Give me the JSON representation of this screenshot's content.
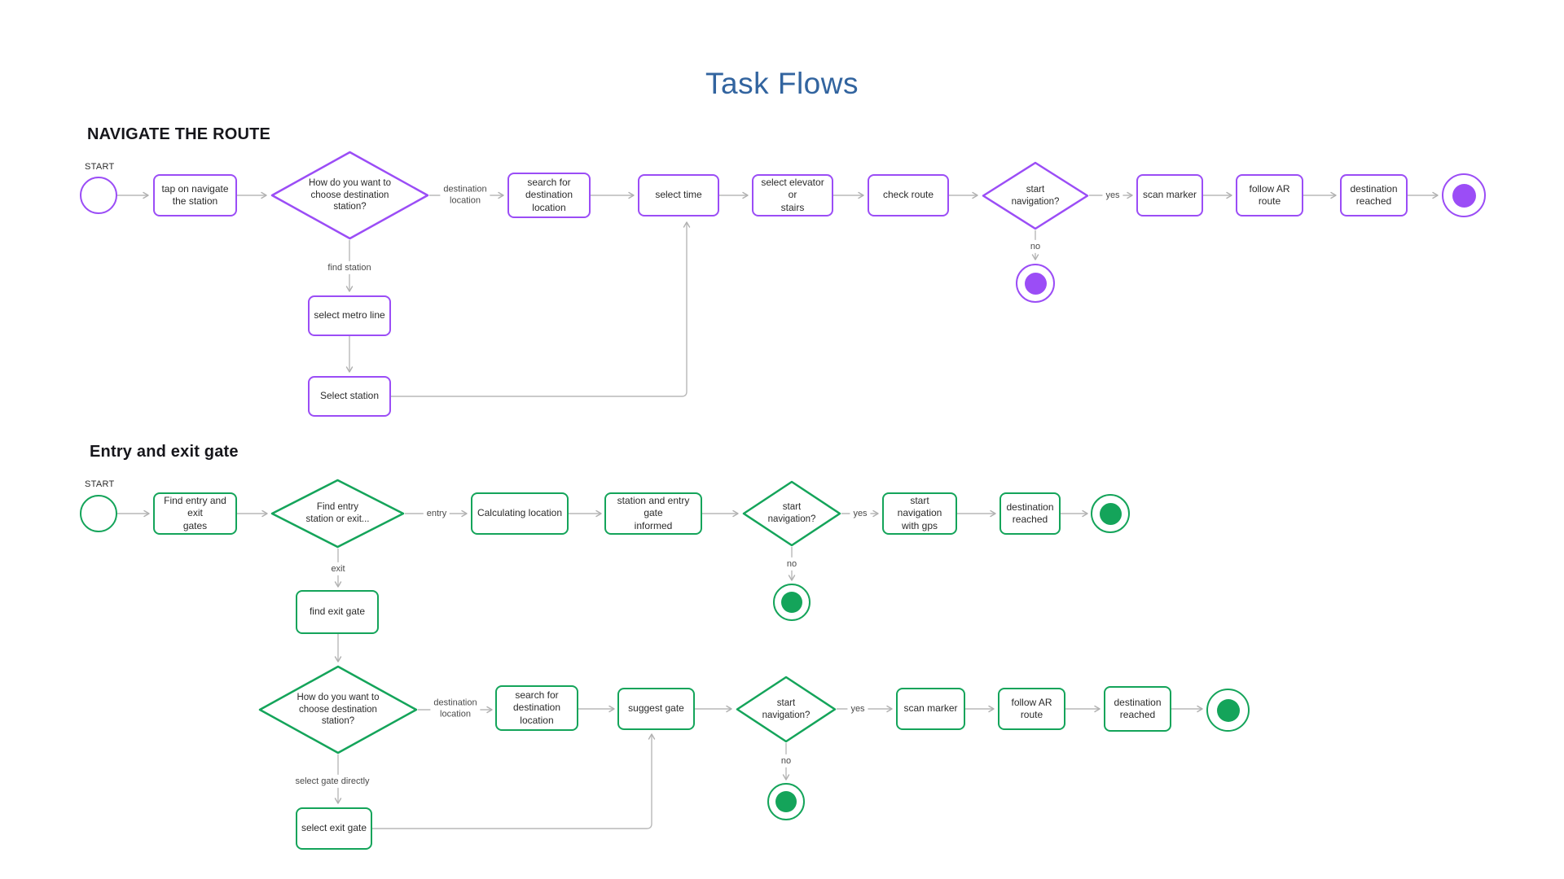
{
  "title": "Task Flows",
  "colors": {
    "title_blue": "#32649f",
    "flow1_accent_purple": "#9b4df6",
    "flow2_accent_green": "#14a45a",
    "connector_gray": "#b4b4b4",
    "heading_dark": "#16161b"
  },
  "flow1": {
    "heading": "NAVIGATE THE ROUTE",
    "start_label": "START",
    "nodes": {
      "tap_navigate": "tap on navigate\nthe station",
      "choose_destination": "How do you want to\nchoose destination\nstation?",
      "search_destination": "search for\ndestination\nlocation",
      "select_time": "select time",
      "select_elevator": "select elevator or\nstairs",
      "check_route": "check route",
      "start_navigation": "start\nnavigation?",
      "scan_marker": "scan marker",
      "follow_ar": "follow AR route",
      "destination_reached": "destination\nreached",
      "select_metro": "select metro line",
      "select_station": "Select station"
    },
    "edge_labels": {
      "destination_location": "destination\nlocation",
      "yes": "yes",
      "no": "no",
      "find_station": "find station"
    }
  },
  "flow2": {
    "heading": "Entry and exit gate",
    "start_label": "START",
    "nodes": {
      "find_gates": "Find entry and exit\ngates",
      "find_entry_or_exit": "Find entry\nstation or exit...",
      "calculating_location": "Calculating location",
      "station_informed": "station and entry gate\ninformed",
      "start_navigation_1": "start\nnavigation?",
      "start_gps": "start navigation\nwith gps",
      "destination_reached_1": "destination\nreached",
      "find_exit_gate": "find exit gate",
      "choose_destination": "How do you want to\nchoose destination\nstation?",
      "search_destination": "search for\ndestination\nlocation",
      "suggest_gate": "suggest gate",
      "start_navigation_2": "start\nnavigation?",
      "scan_marker": "scan marker",
      "follow_ar": "follow AR route",
      "destination_reached_2": "destination\nreached",
      "select_exit_gate": "select exit gate"
    },
    "edge_labels": {
      "entry": "entry",
      "exit": "exit",
      "yes": "yes",
      "no": "no",
      "destination_location": "destination\nlocation",
      "select_gate_directly": "select gate directly"
    }
  }
}
